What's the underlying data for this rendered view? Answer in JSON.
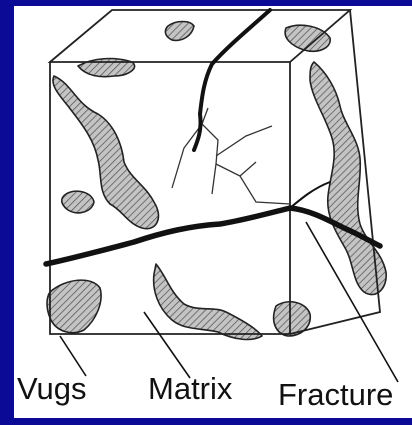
{
  "diagram": {
    "labels": {
      "vugs": "Vugs",
      "matrix": "Matrix",
      "fracture": "Fracture"
    },
    "colors": {
      "background": "#0a0a96",
      "panel": "#ffffff",
      "ink": "#111111",
      "vug_fill": "#b4b4b4"
    }
  }
}
